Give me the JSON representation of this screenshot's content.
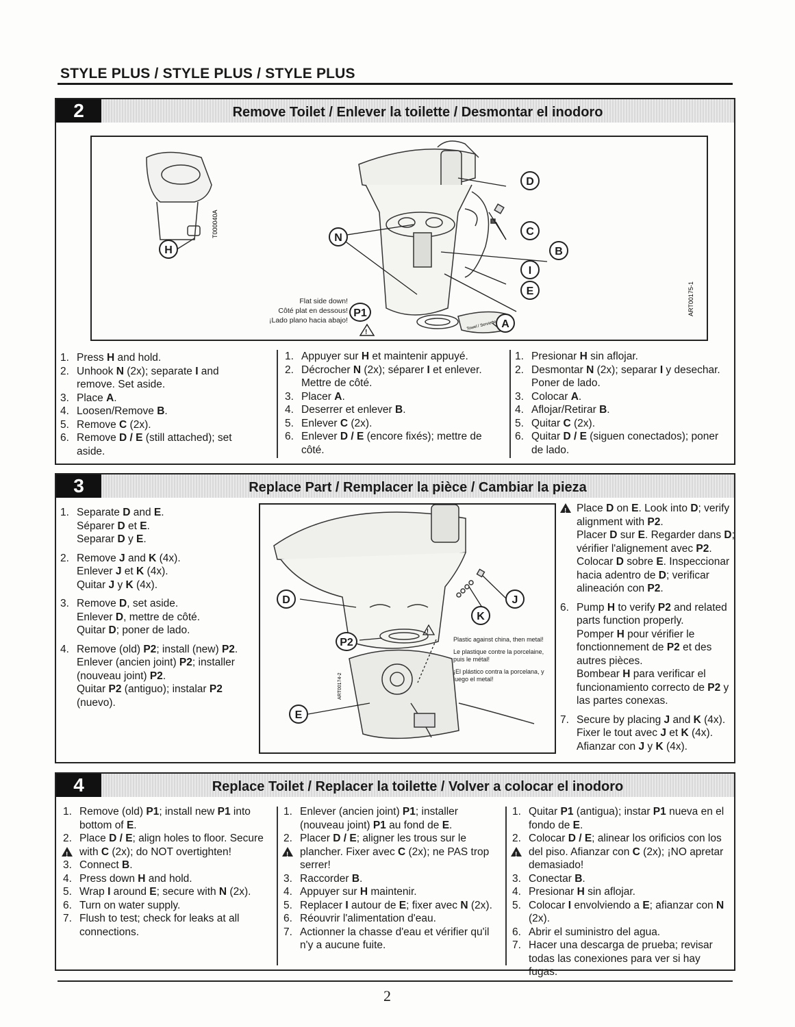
{
  "header": "STYLE PLUS / STYLE PLUS / STYLE PLUS",
  "sections": [
    {
      "num": "2",
      "title": "Remove Toilet / Enlever la toilette / Desmontar el inodoro",
      "figure": {
        "code1": "T000040A",
        "code2": "ART00175-1",
        "labels": [
          "H",
          "N",
          "D",
          "C",
          "B",
          "I",
          "E",
          "P1",
          "A"
        ],
        "note": [
          "Flat side down!",
          "Côté plat en dessous!",
          "¡Lado plano hacia abajo!"
        ],
        "towel": "Towel / Serviette / Toalla"
      },
      "en": [
        "Press |H| and hold.",
        "Unhook |N| (2x); separate |I| and remove. Set aside.",
        "Place |A|.",
        "Loosen/Remove |B|.",
        "Remove |C| (2x).",
        "Remove |D / E| (still attached); set aside."
      ],
      "fr": [
        "Appuyer sur |H| et maintenir appuyé.",
        "Décrocher |N| (2x); séparer |I| et enlever. Mettre de côté.",
        "Placer |A|.",
        "Deserrer et enlever |B|.",
        "Enlever |C| (2x).",
        "Enlever |D / E| (encore fixés); mettre de côté."
      ],
      "es": [
        "Presionar |H| sin aflojar.",
        "Desmontar |N| (2x); separar |I| y desechar. Poner de lado.",
        "Colocar |A|.",
        "Aflojar/Retirar |B|.",
        "Quitar |C| (2x).",
        "Quitar |D / E| (siguen conectados); poner de lado."
      ]
    },
    {
      "num": "3",
      "title": "Replace Part / Remplacer la pièce / Cambiar la pieza",
      "figure": {
        "code": "ART00174-2",
        "labels": [
          "D",
          "J",
          "K",
          "P2",
          "E"
        ],
        "note": [
          "Plastic against china, then metal!",
          "Le plastique contre la porcelaine, puis le métal!",
          "¡El plástico contra la porcelana, y luego el metal!"
        ]
      },
      "left": [
        [
          "Separate |D| and |E|.",
          "Séparer |D| et |E|.",
          "Separar |D| y |E|."
        ],
        [
          "Remove |J| and |K| (4x).",
          "Enlever |J| et |K| (4x).",
          "Quitar |J| y |K| (4x)."
        ],
        [
          "Remove |D|, set aside.",
          "Enlever |D|, mettre de côté.",
          "Quitar |D|; poner de lado."
        ],
        [
          "Remove (old) |P2|; install (new) |P2|.",
          "Enlever (ancien joint) |P2|; installer (nouveau joint) |P2|.",
          "Quitar |P2| (antiguo); instalar |P2| (nuevo)."
        ]
      ],
      "right": [
        [
          "Place |D| on |E|. Look into |D|; verify alignment with |P2|.",
          "Placer |D| sur |E|. Regarder dans |D|; vérifier l'alignement avec |P2|.",
          "Colocar |D| sobre |E|. Inspeccionar hacia adentro de |D|; verificar alineación con |P2|."
        ],
        [
          "Pump |H| to verify |P2| and related parts function properly.",
          "Pomper |H| pour vérifier le fonctionnement de |P2| et des autres pièces.",
          "Bombear |H| para verificar el funcionamiento correcto de |P2| y las partes conexas."
        ],
        [
          "Secure by placing |J| and |K| (4x).",
          "Fixer le tout avec |J| et |K| (4x).",
          "Afianzar con |J| y |K| (4x)."
        ]
      ],
      "left_nums": [
        "1.",
        "2.",
        "3.",
        "4."
      ],
      "right_nums": [
        "",
        "6.",
        "7."
      ]
    },
    {
      "num": "4",
      "title": "Replace Toilet / Replacer la toilette / Volver a colocar el inodoro",
      "en": [
        "Remove (old) |P1|; install new |P1| into bottom of |E|.",
        "Place |D / E|; align holes to floor. Secure with |C| (2x); do NOT overtighten!",
        "Connect |B|.",
        "Press down |H| and hold.",
        "Wrap |I| around |E|; secure with |N| (2x).",
        "Turn on water supply.",
        "Flush to test; check for leaks at all connections."
      ],
      "fr": [
        "Enlever (ancien joint) |P1|; installer (nouveau joint) |P1| au fond de |E|.",
        "Placer |D / E|; aligner les trous sur le plancher. Fixer avec |C| (2x); ne PAS trop serrer!",
        "Raccorder |B|.",
        "Appuyer sur |H| maintenir.",
        "Replacer |I| autour de |E|; fixer avec |N| (2x).",
        "Réouvrir l'alimentation d'eau.",
        "Actionner la chasse d'eau et vérifier qu'il n'y a aucune fuite."
      ],
      "es": [
        "Quitar |P1| (antigua); instar |P1| nueva en el fondo de |E|.",
        "Colocar |D / E|; alinear los orificios con los del piso. Afianzar con |C| (2x); ¡NO apretar demasiado!",
        "Conectar |B|.",
        "Presionar |H| sin aflojar.",
        "Colocar |I| envolviendo a |E|; afianzar con |N| (2x).",
        "Abrir el suministro del agua.",
        "Hacer una descarga de prueba; revisar todas las conexiones para ver si hay fugas."
      ]
    }
  ],
  "page_number": "2"
}
